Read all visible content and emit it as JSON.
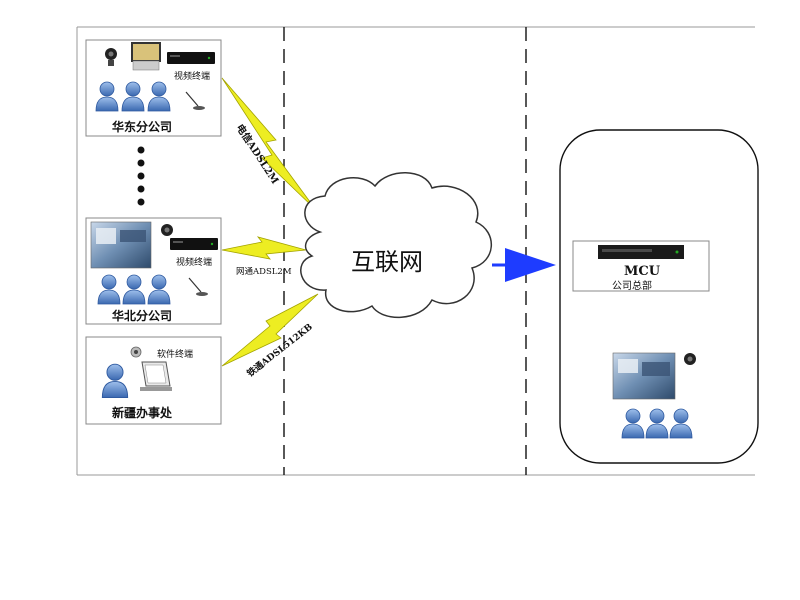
{
  "sites": {
    "east": {
      "name": "华东分公司",
      "device_label": "视频终端"
    },
    "north": {
      "name": "华北分公司",
      "device_label": "视频终端"
    },
    "xinjiang": {
      "name": "新疆办事处",
      "device_label": "软件终端"
    }
  },
  "links": {
    "east": "电信ADSL2M",
    "north": "网通ADSL2M",
    "xinjiang": "铁通ADSL512KB"
  },
  "cloud": {
    "label": "互联网"
  },
  "hq": {
    "device": "MCU",
    "name": "公司总部"
  },
  "colors": {
    "person": "#5b86c8",
    "person_dark": "#2f5aa0",
    "lightning": "#e8e800",
    "arrow": "#1e3cff",
    "border": "#777777"
  }
}
